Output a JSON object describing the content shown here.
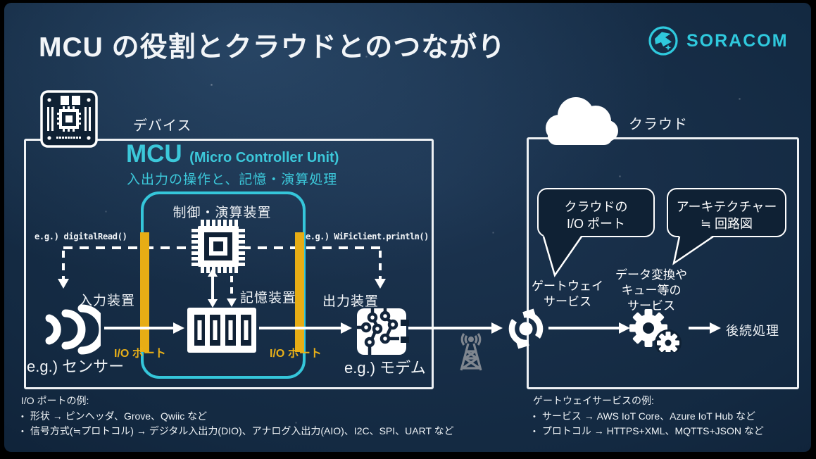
{
  "page": {
    "title": "MCU の役割とクラウドとのつながり"
  },
  "logo": {
    "text": "SORACOM"
  },
  "colors": {
    "accent_cyan": "#3cc8da",
    "io_yellow": "#e9b018",
    "slide_bg": "#0f2134",
    "white": "#ffffff",
    "tower_gray": "#7f868f"
  },
  "device": {
    "section_label": "デバイス",
    "mcu_title": "MCU",
    "mcu_subtitle": "(Micro Controller Unit)",
    "mcu_description": "入出力の操作と、記憶・演算処理",
    "cpu_label": "制御・演算装置",
    "memory_label": "記憶装置",
    "input_label": "入力装置",
    "output_label": "出力装置",
    "io_port_left_label": "I/O ポート",
    "io_port_right_label": "I/O ポート",
    "code_example_left": "e.g.) digitalRead()",
    "code_example_right": "e.g.) WiFiclient.println()",
    "sensor_caption": "e.g.) センサー",
    "modem_caption": "e.g.) モデム"
  },
  "cloud": {
    "section_label": "クラウド",
    "bubble_io": {
      "line1": "クラウドの",
      "line2": "I/O ポート"
    },
    "bubble_arch": {
      "line1": "アーキテクチャー",
      "line2": "≒ 回路図"
    },
    "gateway_label": {
      "line1": "ゲートウェイ",
      "line2": "サービス"
    },
    "transform_label": {
      "line1": "データ変換や",
      "line2": "キュー等の",
      "line3": "サービス"
    },
    "post_processing_label": "後続処理"
  },
  "footnotes": {
    "bullet": "•",
    "left": {
      "title": "I/O ポートの例:",
      "items": [
        "形状 → ピンヘッダ、Grove、Qwiic など",
        "信号方式(≒プロトコル) → デジタル入出力(DIO)、アナログ入出力(AIO)、I2C、SPI、UART など"
      ]
    },
    "right": {
      "title": "ゲートウェイサービスの例:",
      "items": [
        "サービス → AWS IoT Core、Azure IoT Hub など",
        "プロトコル → HTTPS+XML、MQTTS+JSON など"
      ]
    }
  }
}
